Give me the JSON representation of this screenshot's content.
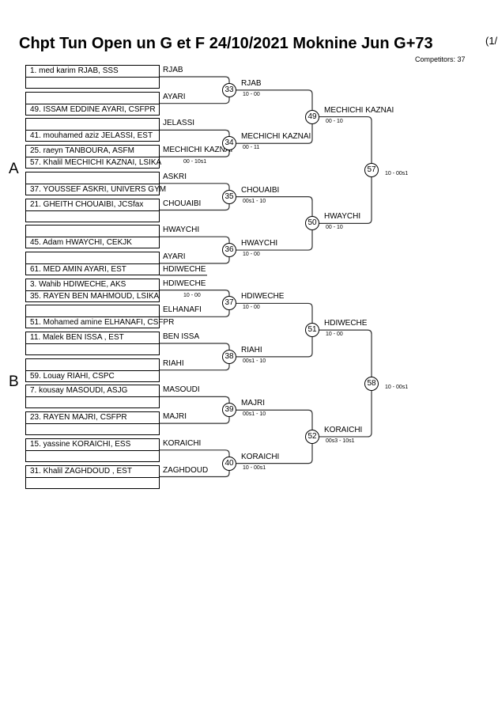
{
  "header": {
    "title": "Chpt Tun Open un G et F  24/10/2021  Moknine   Jun G+73",
    "page": "(1/",
    "competitors": "Competitors: 37"
  },
  "pools": [
    "A",
    "B"
  ],
  "boxes": [
    {
      "r1": "1. med karim RJAB, SSS",
      "r2": "",
      "label": "RJAB"
    },
    {
      "r1": "",
      "r2": "49. ISSAM EDDINE AYARI, CSFPR",
      "label": "AYARI"
    },
    {
      "r1": "",
      "r2": "41. mouhamed aziz JELASSI, EST",
      "label": "JELASSI"
    },
    {
      "r1": "25. raeyn TANBOURA, ASFM",
      "r2": "57. Khalil MECHICHI KAZNAI, LSIKA",
      "label": "MECHICHI KAZNAI",
      "note": "00 - 10s1"
    },
    {
      "r1": "",
      "r2": "37. YOUSSEF ASKRI, UNIVERS GYM",
      "label": "ASKRI"
    },
    {
      "r1": "21. GHEITH CHOUAIBI, JCSfax",
      "r2": "",
      "label": "CHOUAIBI"
    },
    {
      "r1": "",
      "r2": "45. Adam HWAYCHI, CEKJK",
      "label": "HWAYCHI"
    },
    {
      "r1": "",
      "r2": "61. MED AMIN AYARI, EST",
      "label": "AYARI",
      "label2": "HDIWECHE"
    },
    {
      "r1": "3. Wahib HDIWECHE, AKS",
      "r2": "35. RAYEN BEN MAHMOUD, LSIKA",
      "label": "HDIWECHE",
      "note": "10 - 00"
    },
    {
      "r1": "",
      "r2": "51. Mohamed amine ELHANAFI, CSFPR",
      "label": "ELHANAFI"
    },
    {
      "r1": "11. Malek BEN ISSA , EST",
      "r2": "",
      "label": "BEN ISSA"
    },
    {
      "r1": "",
      "r2": "59. Louay RIAHI, CSPC",
      "label": "RIAHI"
    },
    {
      "r1": "7. kousay MASOUDI, ASJG",
      "r2": "",
      "label": "MASOUDI"
    },
    {
      "r1": "23. RAYEN MAJRI, CSFPR",
      "r2": "",
      "label": "MAJRI"
    },
    {
      "r1": "15. yassine KORAICHI, ESS",
      "r2": "",
      "label": "KORAICHI"
    },
    {
      "r1": "31. Khalil ZAGHDOUD , EST",
      "r2": "",
      "label": "ZAGHDOUD"
    }
  ],
  "round1": [
    {
      "num": "33",
      "winner": "RJAB",
      "score": "10 - 00"
    },
    {
      "num": "34",
      "winner": "MECHICHI KAZNAI",
      "score": "00 - 11"
    },
    {
      "num": "35",
      "winner": "CHOUAIBI",
      "score": "00s1 - 10"
    },
    {
      "num": "36",
      "winner": "HWAYCHI",
      "score": "10 - 00"
    },
    {
      "num": "37",
      "winner": "HDIWECHE",
      "score": "10 - 00"
    },
    {
      "num": "38",
      "winner": "RIAHI",
      "score": "00s1 - 10"
    },
    {
      "num": "39",
      "winner": "MAJRI",
      "score": "00s1 - 10"
    },
    {
      "num": "40",
      "winner": "KORAICHI",
      "score": "10 - 00s1"
    }
  ],
  "round2": [
    {
      "num": "49",
      "winner": "MECHICHI KAZNAI",
      "score": "00 - 10"
    },
    {
      "num": "50",
      "winner": "HWAYCHI",
      "score": "00 - 10"
    },
    {
      "num": "51",
      "winner": "HDIWECHE",
      "score": "10 - 00"
    },
    {
      "num": "52",
      "winner": "KORAICHI",
      "score": "00s3 - 10s1"
    }
  ],
  "round3": [
    {
      "num": "57",
      "score": "10 - 00s1"
    },
    {
      "num": "58",
      "score": "10 - 00s1"
    }
  ]
}
